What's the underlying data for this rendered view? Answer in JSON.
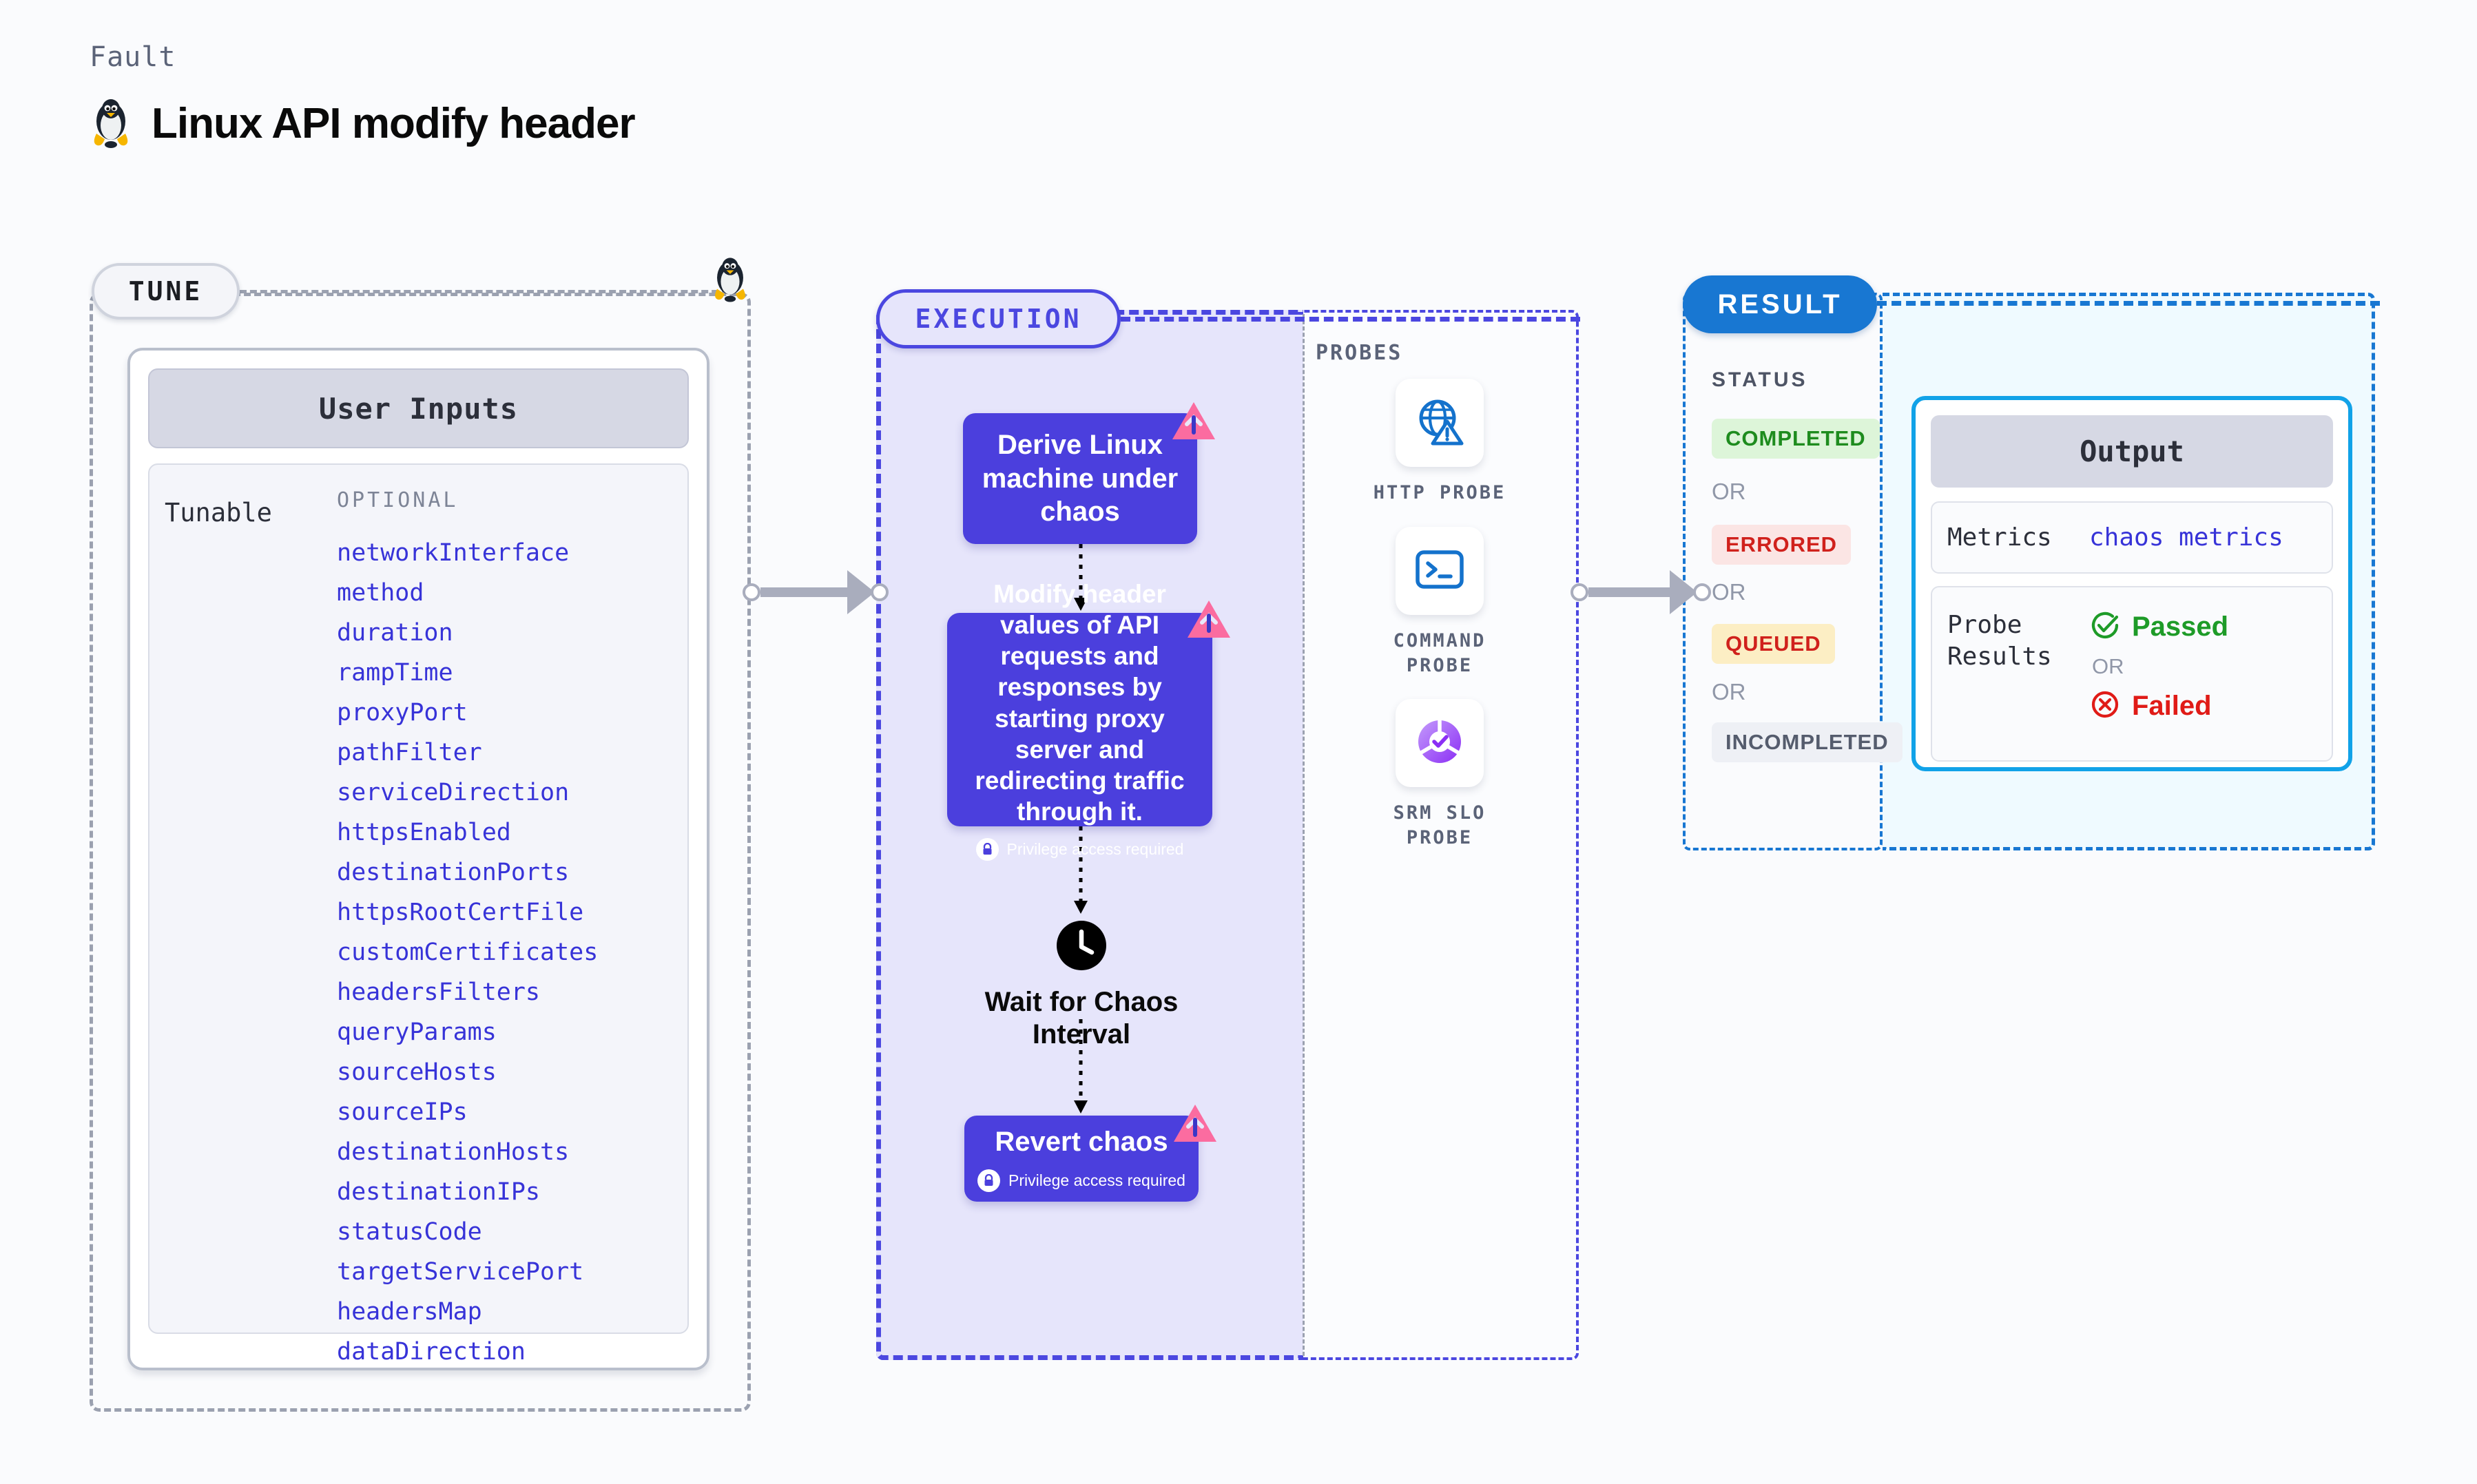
{
  "header": {
    "eyebrow": "Fault",
    "title": "Linux API modify header",
    "os_icon": "linux-penguin-icon"
  },
  "tune": {
    "pill_label": "TUNE",
    "card_header": "User Inputs",
    "tunable_label": "Tunable",
    "optional_label": "OPTIONAL",
    "items": [
      "networkInterface",
      "method",
      "duration",
      "rampTime",
      "proxyPort",
      "pathFilter",
      "serviceDirection",
      "httpsEnabled",
      "destinationPorts",
      "httpsRootCertFile",
      "customCertificates",
      "headersFilters",
      "queryParams",
      "sourceHosts",
      "sourceIPs",
      "destinationHosts",
      "destinationIPs",
      "statusCode",
      "targetServicePort",
      "headersMap",
      "dataDirection"
    ]
  },
  "execution": {
    "pill_label": "EXECUTION",
    "nodes": [
      {
        "title": "Derive Linux machine under chaos",
        "privilege": null,
        "chaos_badge": true
      },
      {
        "title": "Modify header values of API requests and responses by starting proxy server and redirecting traffic through it.",
        "privilege": "Privilege access required",
        "chaos_badge": true
      },
      {
        "title": "Revert chaos",
        "privilege": "Privilege access required",
        "chaos_badge": true
      }
    ],
    "wait_step": {
      "label": "Wait for Chaos Interval",
      "icon": "clock-icon"
    }
  },
  "probes": {
    "label": "PROBES",
    "items": [
      {
        "name": "HTTP PROBE",
        "icon": "globe-warning-icon"
      },
      {
        "name": "COMMAND PROBE",
        "icon": "terminal-icon"
      },
      {
        "name": "SRM SLO PROBE",
        "icon": "slo-check-icon"
      }
    ]
  },
  "result": {
    "pill_label": "RESULT",
    "status_label": "STATUS",
    "or_label": "OR",
    "statuses": [
      {
        "label": "COMPLETED",
        "bg": "#ddf5d9",
        "fg": "#1e8c1e"
      },
      {
        "label": "ERRORED",
        "bg": "#fbe5e4",
        "fg": "#d0211c"
      },
      {
        "label": "QUEUED",
        "bg": "#fceec4",
        "fg": "#d0211c"
      },
      {
        "label": "INCOMPLETED",
        "bg": "#eef0f5",
        "fg": "#555c6d"
      }
    ],
    "output": {
      "header": "Output",
      "metrics_key": "Metrics",
      "metrics_value": "chaos metrics",
      "probe_results_key": "Probe Results",
      "passed_label": "Passed",
      "failed_label": "Failed",
      "or_label": "OR"
    }
  },
  "colors": {
    "accent_purple": "#4b3fdd",
    "accent_blue": "#1877d2",
    "accent_cyan": "#11a2e8",
    "chaos_pink": "#fb6ca0",
    "link_blue": "#3733d8"
  }
}
